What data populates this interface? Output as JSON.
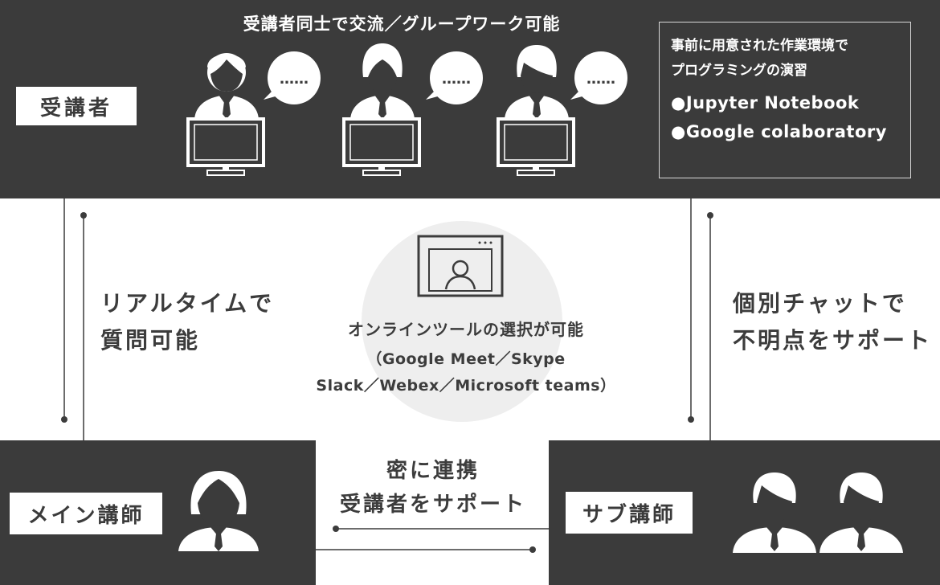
{
  "top": {
    "students_label": "受講者",
    "caption": "受講者同士で交流／グループワーク可能",
    "speech_text": "……",
    "info": {
      "line1": "事前に用意された作業環境で",
      "line2": "プログラミングの演習",
      "items": [
        "●Jupyter Notebook",
        "●Google colaboratory"
      ]
    }
  },
  "left_note": [
    "リアルタイムで",
    "質問可能"
  ],
  "right_note": [
    "個別チャットで",
    "不明点をサポート"
  ],
  "center": {
    "title": "オンラインツールの選択が可能",
    "tools_line1": "（Google Meet／Skype",
    "tools_line2": "Slack／Webex／Microsoft teams）"
  },
  "bottom": {
    "main_label": "メイン講師",
    "sub_label": "サブ講師",
    "collab": [
      "密に連携",
      "受講者をサポート"
    ]
  },
  "colors": {
    "panel": "#3b3b3b",
    "text": "#3c3c3c",
    "circle": "#eeeeee",
    "white": "#ffffff"
  }
}
